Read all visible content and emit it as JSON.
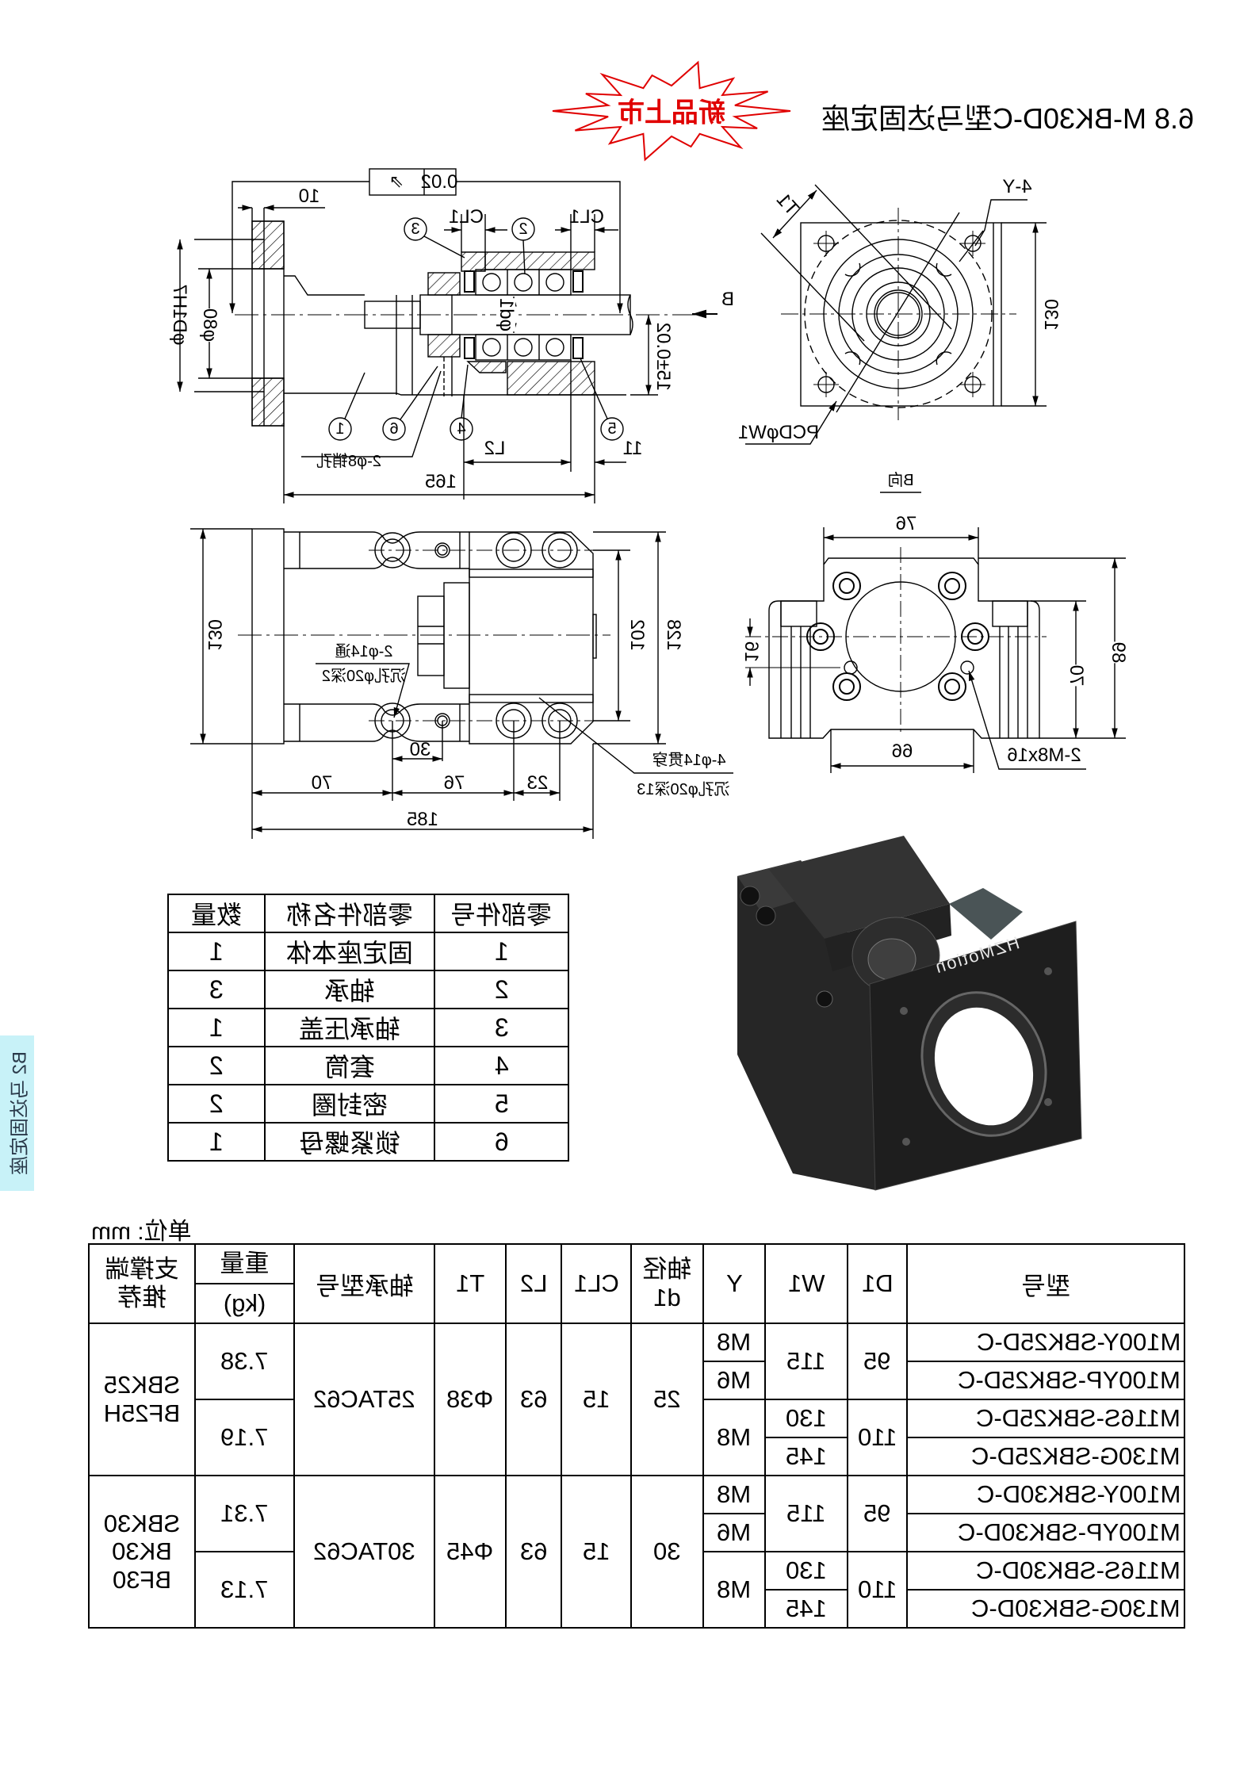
{
  "title": {
    "badge": "新品上市",
    "text": "6.8 M-BK30D-C型马达固定座"
  },
  "side_tab": "B2 马达固定座",
  "section_view": {
    "tolerance_symbol": "total-runout-icon",
    "tolerance_value": "0.02",
    "dim_10": "10",
    "cl1_left": "CL1",
    "cl1_right": "CL1",
    "dia_d1h7": "φD1H7",
    "dia_80": "φ80",
    "dia_d1": "φd1",
    "height_tol": "15±0.02",
    "dim_l2": "L2",
    "dim_11": "11",
    "dim_165": "165",
    "pin_hole": "2-φ8销孔",
    "view_arrow": "B",
    "callouts": [
      "1",
      "2",
      "3",
      "4",
      "5",
      "6"
    ]
  },
  "b_view": {
    "dim_130": "130",
    "holes": "4-Y",
    "dim_t1": "T1",
    "pcd": "PCDφW1",
    "caption": "B向"
  },
  "top_view": {
    "dim_130": "130",
    "dim_102": "102",
    "dim_128": "128",
    "dim_30": "30",
    "dim_70": "70",
    "dim_76": "76",
    "dim_23": "23",
    "dim_185": "185",
    "note_a1": "2-φ14通",
    "note_a2": "沉孔φ20深2",
    "note_b1": "4-φ14贯穿",
    "note_b2": "沉孔φ20深13"
  },
  "front_view": {
    "dim_76": "76",
    "dim_66": "66",
    "dim_89": "89",
    "dim_70": "70",
    "dim_16": "16",
    "thread": "2-M8x16"
  },
  "photo": {
    "brand": "HZMotion"
  },
  "parts_table": {
    "headers": [
      "零部件号",
      "零部件名称",
      "数量"
    ],
    "rows": [
      [
        "1",
        "固定座本体",
        "1"
      ],
      [
        "2",
        "轴承",
        "3"
      ],
      [
        "3",
        "轴承压盖",
        "1"
      ],
      [
        "4",
        "套筒",
        "2"
      ],
      [
        "5",
        "密封圈",
        "2"
      ],
      [
        "6",
        "锁紧螺母",
        "1"
      ]
    ]
  },
  "spec_table": {
    "unit_label": "单位: mm",
    "headers": {
      "model": "型号",
      "D1": "D1",
      "W1": "W1",
      "Y": "Y",
      "d1_l1": "轴径",
      "d1_l2": "d1",
      "CL1": "CL1",
      "L2": "L2",
      "T1": "T1",
      "bearing": "轴承型号",
      "weight_l1": "重量",
      "weight_l2": "(kg)",
      "support_l1": "支撑端",
      "support_l2": "推荐"
    },
    "groups": [
      {
        "models": [
          "M100Y-SBK25D-C",
          "M100YP-SBK25D-C",
          "M116S-SBK25D-C",
          "M130G-SBK25D-C"
        ],
        "D1": [
          "95",
          "110"
        ],
        "W1": [
          "115",
          "130",
          "145"
        ],
        "Y": [
          "M8",
          "M6",
          "M8"
        ],
        "d1": "25",
        "CL1": "15",
        "L2": "63",
        "T1": "Φ38",
        "bearing": "25TAC62",
        "weights": [
          "7.38",
          "7.19"
        ],
        "support": [
          "SBK25",
          "BF25H"
        ]
      },
      {
        "models": [
          "M100Y-SBK30D-C",
          "M100YP-SBK30D-C",
          "M116S-SBK30D-C",
          "M130G-SBK30D-C"
        ],
        "D1": [
          "95",
          "110"
        ],
        "W1": [
          "115",
          "130",
          "145"
        ],
        "Y": [
          "M8",
          "M6",
          "M8"
        ],
        "d1": "30",
        "CL1": "15",
        "L2": "63",
        "T1": "Φ45",
        "bearing": "30TAC62",
        "weights": [
          "7.31",
          "7.13"
        ],
        "support": [
          "SBK30",
          "BK30",
          "BF30"
        ]
      }
    ]
  },
  "colors": {
    "badge": "#e00000",
    "side_tab": "#c8f2f8",
    "photo_body": "#2a2a2a"
  }
}
